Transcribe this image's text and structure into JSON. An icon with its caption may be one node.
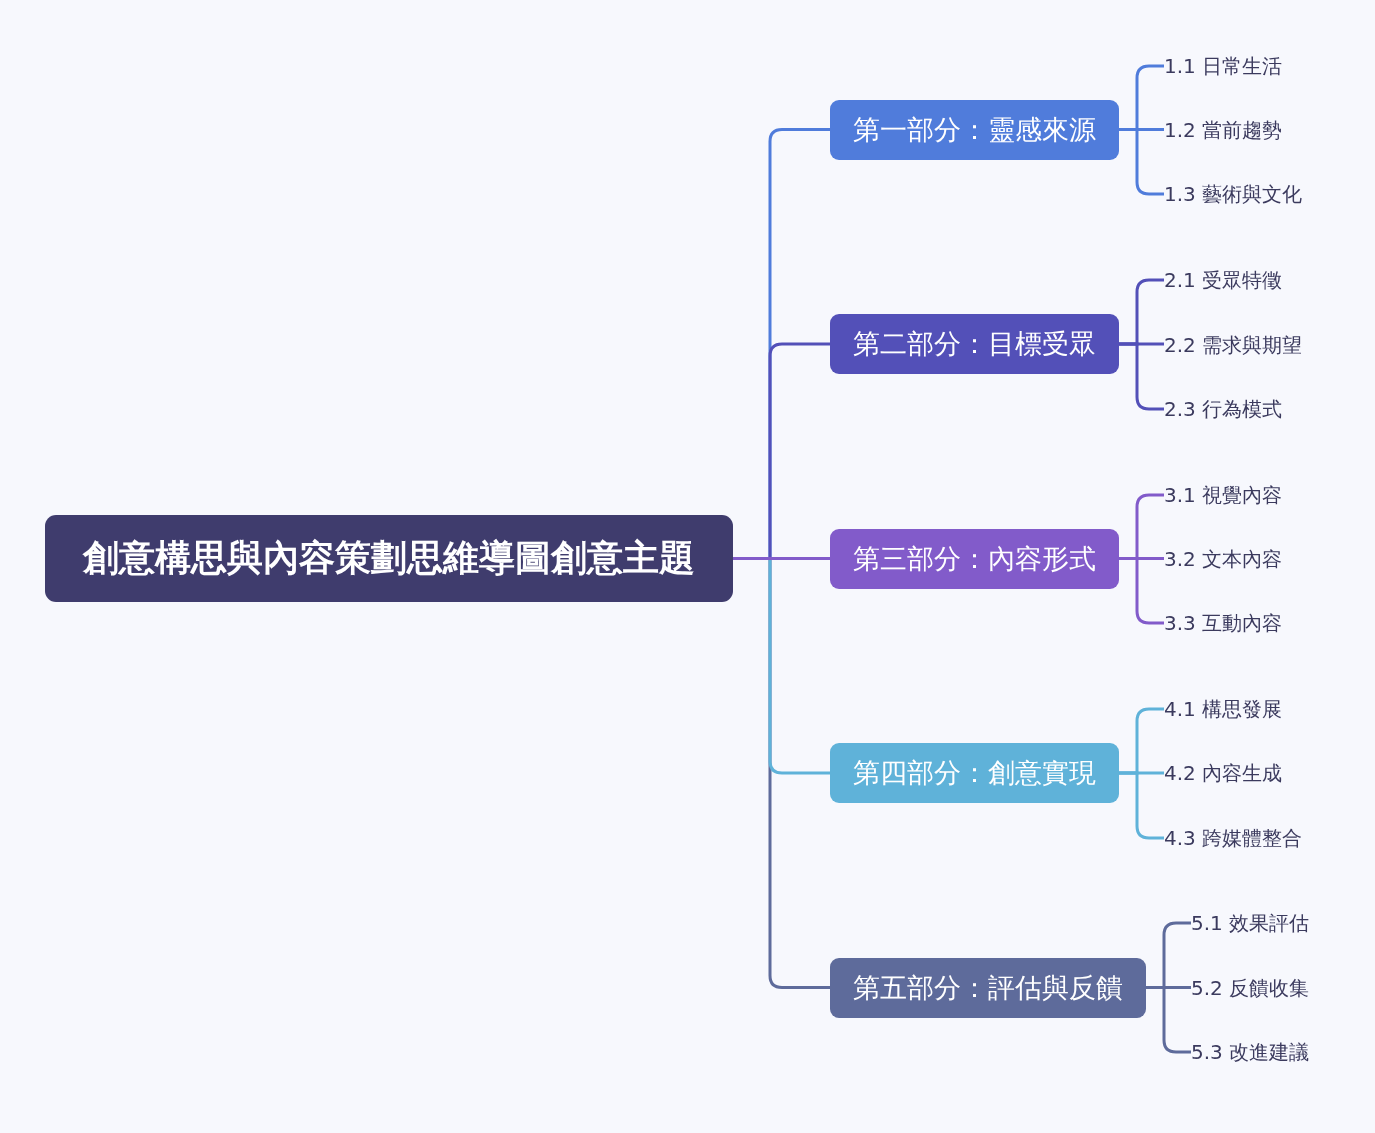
{
  "diagram": {
    "nodes": [
      {
        "text": [
          "創意構思與內容策劃思維導圖創意主題"
        ]
      },
      {
        "text": [
          "第一部分：靈感來源"
        ]
      },
      {
        "text": [
          "1.1 日常生活"
        ]
      },
      {
        "text": [
          "1.2 當前趨勢"
        ]
      },
      {
        "text": [
          "1.3 藝術與文化"
        ]
      },
      {
        "text": [
          "第二部分：目標受眾"
        ]
      },
      {
        "text": [
          "2.1 受眾特徵"
        ]
      },
      {
        "text": [
          "2.2 需求與期望"
        ]
      },
      {
        "text": [
          "2.3 行為模式"
        ]
      },
      {
        "text": [
          "第三部分：內容形式"
        ]
      },
      {
        "text": [
          "3.1 視覺內容"
        ]
      },
      {
        "text": [
          "3.2 文本內容"
        ]
      },
      {
        "text": [
          "3.3 互動內容"
        ]
      },
      {
        "text": [
          "第四部分：創意實現"
        ]
      },
      {
        "text": [
          "4.1 構思發展"
        ]
      },
      {
        "text": [
          "4.2 內容生成"
        ]
      },
      {
        "text": [
          "4.3 跨媒體整合"
        ]
      },
      {
        "text": [
          "第五部分：評估與反饋"
        ]
      },
      {
        "text": [
          "5.1 效果評估"
        ]
      },
      {
        "text": [
          "5.2 反饋收集"
        ]
      },
      {
        "text": [
          "5.3 改進建議"
        ]
      }
    ],
    "edges": [
      {
        "from": 0,
        "to": 1,
        "arrow": "none",
        "color": "#507cdb"
      },
      {
        "from": 1,
        "to": 2,
        "arrow": "none",
        "color": "#507cdb"
      },
      {
        "from": 1,
        "to": 3,
        "arrow": "none",
        "color": "#507cdb"
      },
      {
        "from": 1,
        "to": 4,
        "arrow": "none",
        "color": "#507cdb"
      },
      {
        "from": 0,
        "to": 5,
        "arrow": "none",
        "color": "#5350b8"
      },
      {
        "from": 5,
        "to": 6,
        "arrow": "none",
        "color": "#5350b8"
      },
      {
        "from": 5,
        "to": 7,
        "arrow": "none",
        "color": "#5350b8"
      },
      {
        "from": 5,
        "to": 8,
        "arrow": "none",
        "color": "#5350b8"
      },
      {
        "from": 0,
        "to": 9,
        "arrow": "none",
        "color": "#825bca"
      },
      {
        "from": 9,
        "to": 10,
        "arrow": "none",
        "color": "#825bca"
      },
      {
        "from": 9,
        "to": 11,
        "arrow": "none",
        "color": "#825bca"
      },
      {
        "from": 9,
        "to": 12,
        "arrow": "none",
        "color": "#825bca"
      },
      {
        "from": 0,
        "to": 13,
        "arrow": "none",
        "color": "#5fb2d9"
      },
      {
        "from": 13,
        "to": 14,
        "arrow": "none",
        "color": "#5fb2d9"
      },
      {
        "from": 13,
        "to": 15,
        "arrow": "none",
        "color": "#5fb2d9"
      },
      {
        "from": 13,
        "to": 16,
        "arrow": "none",
        "color": "#5fb2d9"
      },
      {
        "from": 0,
        "to": 17,
        "arrow": "none",
        "color": "#5e6b9b"
      },
      {
        "from": 17,
        "to": 18,
        "arrow": "none",
        "color": "#5e6b9b"
      },
      {
        "from": 17,
        "to": 19,
        "arrow": "none",
        "color": "#5e6b9b"
      },
      {
        "from": 17,
        "to": 20,
        "arrow": "none",
        "color": "#5e6b9b"
      }
    ]
  }
}
